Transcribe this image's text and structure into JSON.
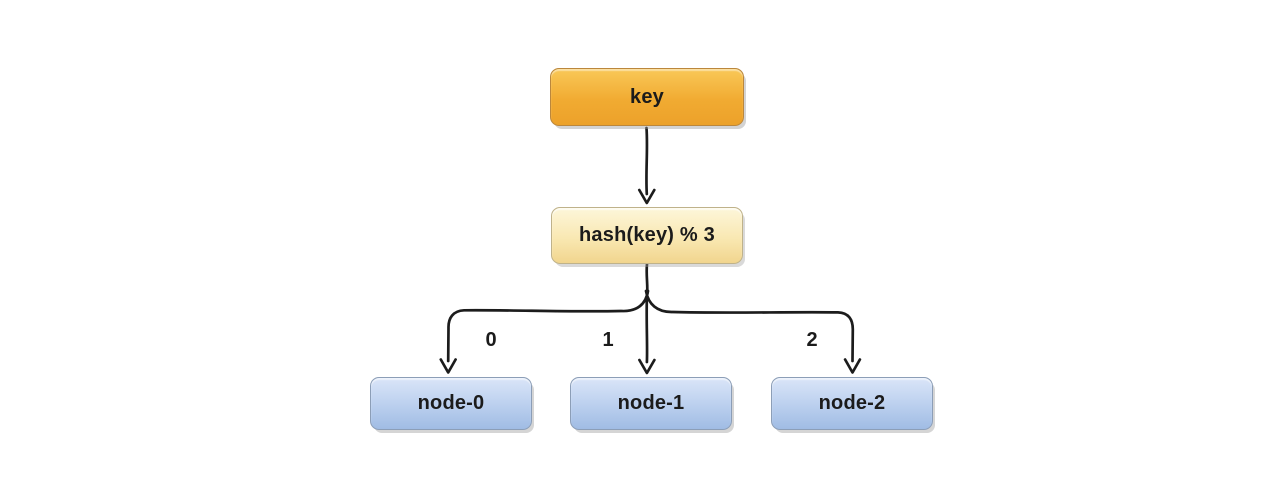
{
  "diagram": {
    "source_node": {
      "label": "key"
    },
    "hash_node": {
      "label": "hash(key) % 3"
    },
    "targets": [
      {
        "label": "node-0",
        "edge_label": "0"
      },
      {
        "label": "node-1",
        "edge_label": "1"
      },
      {
        "label": "node-2",
        "edge_label": "2"
      }
    ],
    "colors": {
      "background": "#ffffff",
      "key_fill_top": "#f9c858",
      "key_fill_bottom": "#eca12a",
      "key_border": "#bb873c",
      "hash_fill_top": "#fdf6da",
      "hash_fill_bottom": "#f1d58e",
      "hash_border": "#bfb28a",
      "node_fill_top": "#dae5f8",
      "node_fill_bottom": "#a0bce4",
      "node_border": "#8c9eb7",
      "connector_line": "#1c1c1c",
      "text": "#1b1b1b"
    }
  }
}
